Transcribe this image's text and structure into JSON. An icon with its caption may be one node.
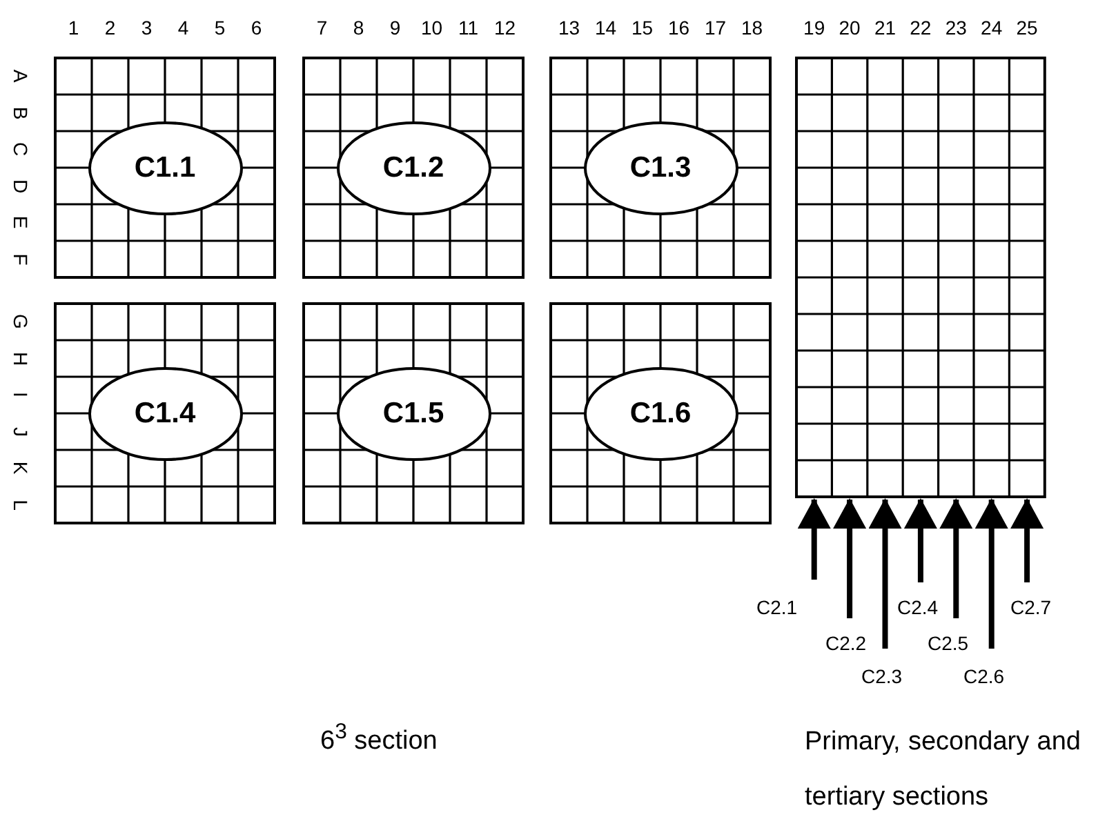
{
  "diagram": {
    "nodes": [
      {
        "text": [
          "C1.1"
        ]
      },
      {
        "text": [
          "C1.2"
        ]
      },
      {
        "text": [
          "C1.3"
        ]
      },
      {
        "text": [
          "C1.4"
        ]
      },
      {
        "text": [
          "C1.5"
        ]
      },
      {
        "text": [
          "C1.6"
        ]
      },
      {
        "text": [],
        "shape": "box"
      },
      {
        "text": [
          "C2.1"
        ]
      },
      {
        "text": [
          "C2.2"
        ]
      },
      {
        "text": [
          "C2.3"
        ]
      },
      {
        "text": [
          "C2.4"
        ]
      },
      {
        "text": [
          "C2.5"
        ]
      },
      {
        "text": [
          "C2.6"
        ]
      },
      {
        "text": [
          "C2.7"
        ]
      }
    ],
    "edges": [
      {
        "from": 7,
        "to": 6,
        "arrow": "to"
      },
      {
        "from": 8,
        "to": 6,
        "arrow": "to"
      },
      {
        "from": 9,
        "to": 6,
        "arrow": "to"
      },
      {
        "from": 10,
        "to": 6,
        "arrow": "to"
      },
      {
        "from": 11,
        "to": 6,
        "arrow": "to"
      },
      {
        "from": 12,
        "to": 6,
        "arrow": "to"
      },
      {
        "from": 13,
        "to": 6,
        "arrow": "to"
      }
    ],
    "labels": [
      "1",
      "2",
      "3",
      "4",
      "5",
      "6",
      "7",
      "8",
      "9",
      "10",
      "11",
      "12",
      "13",
      "14",
      "15",
      "16",
      "17",
      "18",
      "19",
      "20",
      "21",
      "22",
      "23",
      "24",
      "25",
      "A",
      "B",
      "C",
      "D",
      "E",
      "F",
      "G",
      "H",
      "I",
      "J",
      "K",
      "L",
      "6$^{3}$ section",
      "Primary, secondary and tertiary sections"
    ]
  }
}
